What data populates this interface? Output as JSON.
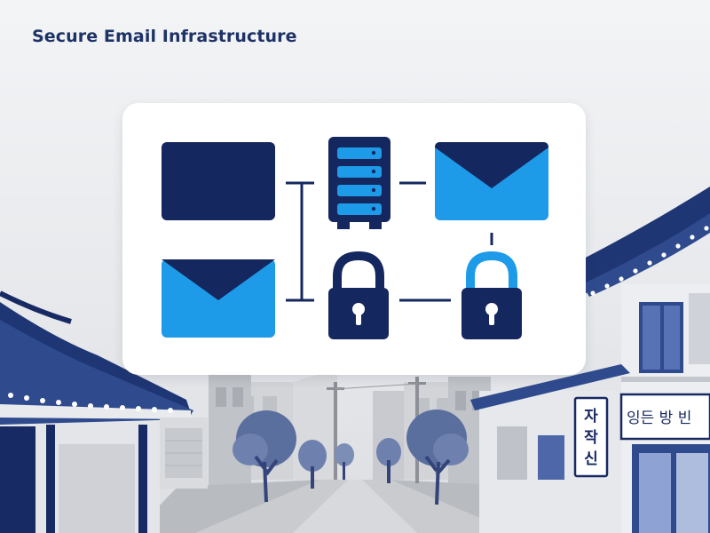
{
  "header": {
    "title": "Secure Email Infrastructure"
  },
  "signs": {
    "vertical_sign_chars": [
      "자",
      "작",
      "신"
    ],
    "shop_sign_text": "잉든 방  빈"
  },
  "icons": {
    "row1": [
      "envelope-back-icon",
      "server-icon",
      "envelope-icon"
    ],
    "row2": [
      "envelope-icon",
      "padlock-icon",
      "padlock-open-icon"
    ]
  },
  "colors": {
    "navy": "#15275f",
    "accent_blue": "#1e9be8",
    "card_background": "#ffffff",
    "street_gray": "#9a9ca1"
  }
}
